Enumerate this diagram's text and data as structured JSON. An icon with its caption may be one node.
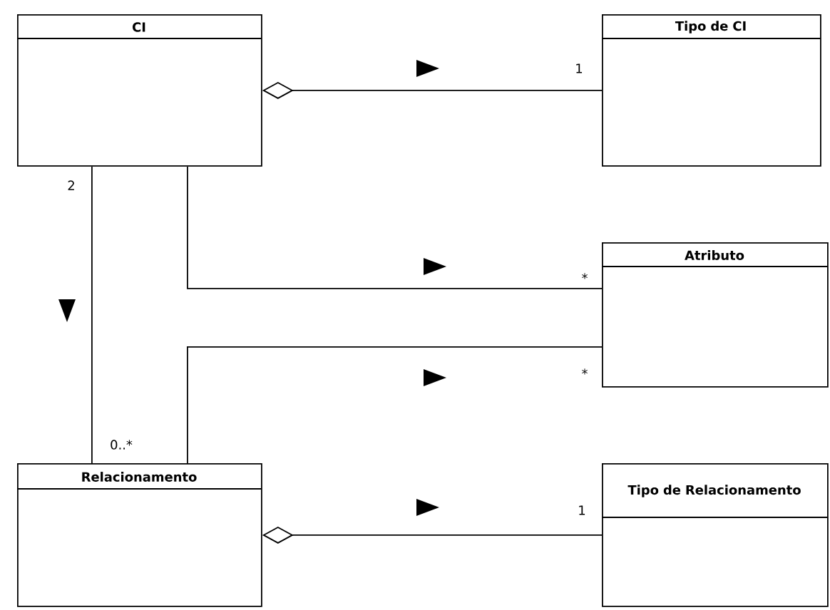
{
  "diagram": {
    "nodes": [
      {
        "text": [
          "CI"
        ]
      },
      {
        "text": [
          "Tipo de CI"
        ]
      },
      {
        "text": [
          "Atributo"
        ]
      },
      {
        "text": [
          "Relacionamento"
        ]
      },
      {
        "text": [
          "Tipo de Relacionamento"
        ]
      }
    ],
    "edges": [
      {
        "from": 0,
        "to": 1,
        "arrow": "other"
      },
      {
        "from": 0,
        "to": 2,
        "arrow": "none"
      },
      {
        "from": 3,
        "to": 2,
        "arrow": "none"
      },
      {
        "from": 0,
        "to": 3,
        "arrow": "none"
      },
      {
        "from": 3,
        "to": 4,
        "arrow": "other"
      }
    ],
    "labels": [
      "1",
      "2",
      "*",
      "*",
      "0..*",
      "1"
    ]
  }
}
